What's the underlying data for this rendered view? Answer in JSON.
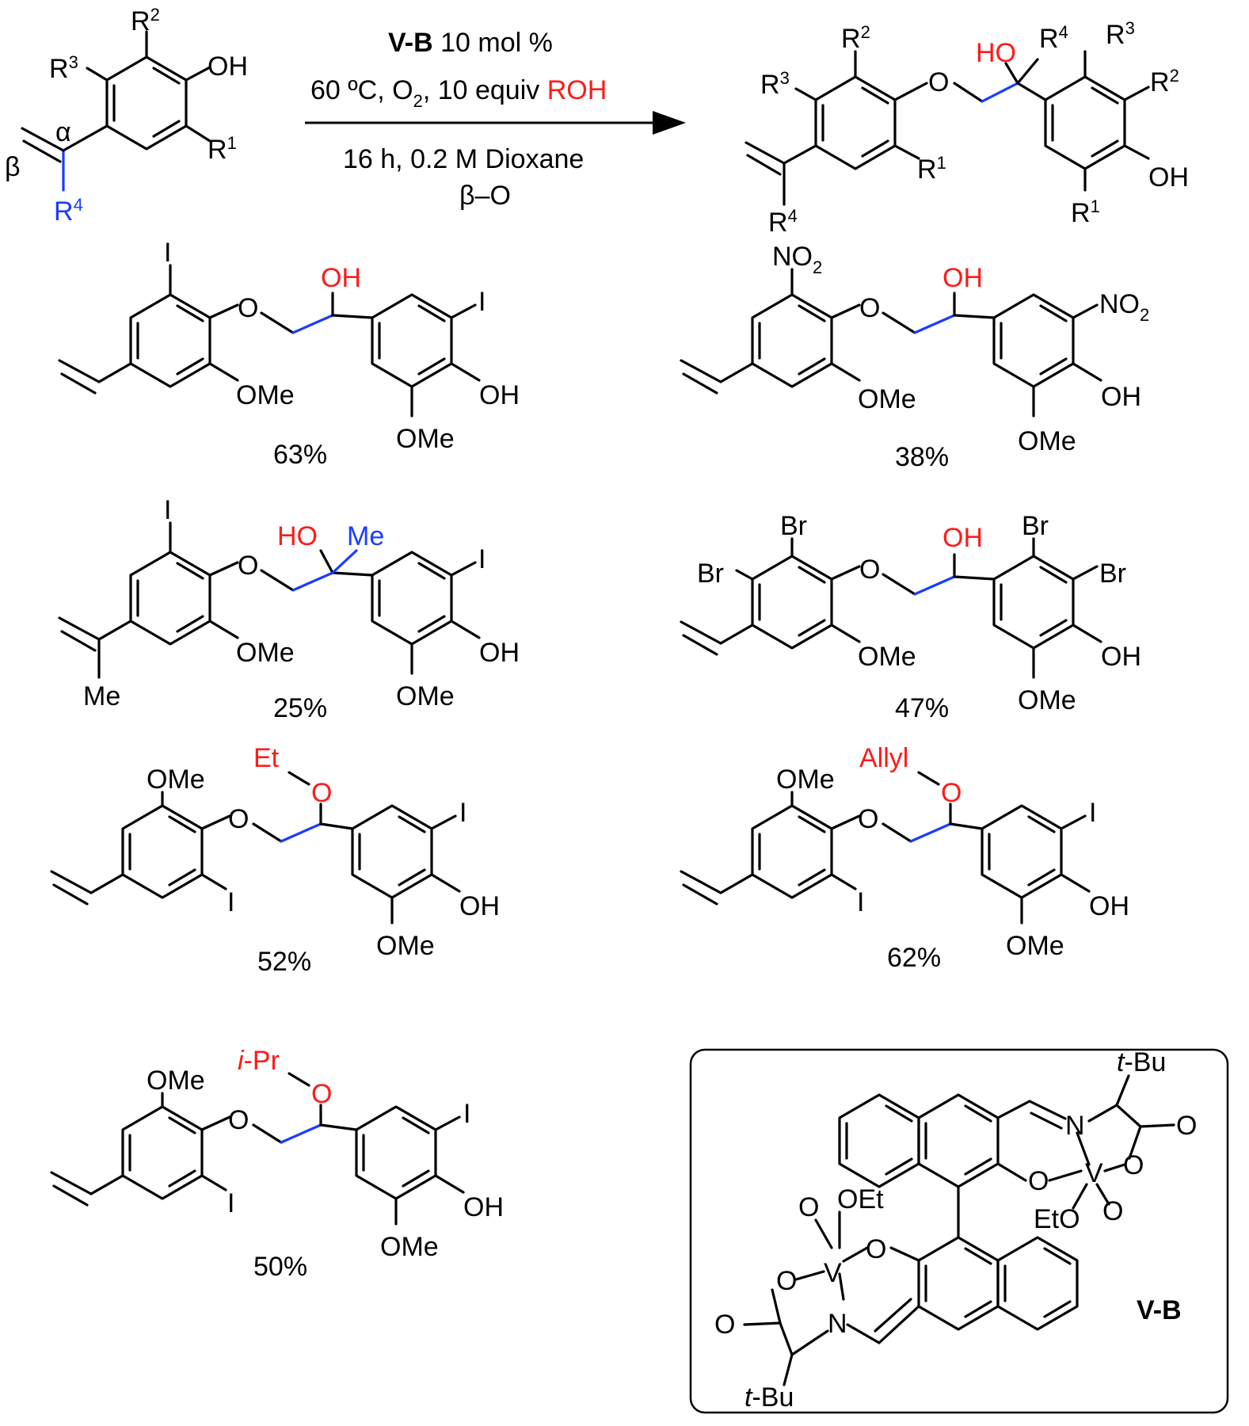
{
  "colors": {
    "text": "#000000",
    "highlight": "#ff1a1a",
    "alpha_chain": "#1a3cff"
  },
  "reaction": {
    "catalyst_name": "V-B",
    "catalyst_loading": " 10 mol %",
    "conditions_temp": "60 ºC, O",
    "conditions_o2_sub": "2",
    "conditions_equiv": ", 10 equiv ",
    "conditions_roh": "ROH",
    "conditions_time": "16 h, 0.2 M Dioxane",
    "conditions_linkage": "β–O"
  },
  "substrate": {
    "alpha": "α",
    "beta": "β",
    "oh": "OH",
    "r1": "R",
    "r2": "R",
    "r3": "R",
    "r4": "R",
    "sup1": "1",
    "sup2": "2",
    "sup3": "3",
    "sup4": "4"
  },
  "product_general": {
    "ho": "HO",
    "o": "O",
    "oh": "OH",
    "r": "R",
    "sup1": "1",
    "sup2": "2",
    "sup3": "3",
    "sup4": "4"
  },
  "examples": [
    {
      "yield": "63%",
      "oh": "OH",
      "i": "I",
      "ome": "OMe",
      "o": "O"
    },
    {
      "yield": "38%",
      "oh": "OH",
      "no2": "NO",
      "sub2": "2",
      "ome": "OMe",
      "o": "O"
    },
    {
      "yield": "25%",
      "ho": "HO",
      "me": "Me",
      "i": "I",
      "ome": "OMe",
      "o": "O",
      "oh": "OH"
    },
    {
      "yield": "47%",
      "oh": "OH",
      "br": "Br",
      "ome": "OMe",
      "o": "O"
    },
    {
      "yield": "52%",
      "alkyl": "Et",
      "o": "O",
      "ome": "OMe",
      "i": "I",
      "oh": "OH"
    },
    {
      "yield": "62%",
      "alkyl": "Allyl",
      "o": "O",
      "ome": "OMe",
      "i": "I",
      "oh": "OH"
    },
    {
      "yield": "50%",
      "alkyl": "i",
      "alkyl_rest": "-Pr",
      "o": "O",
      "ome": "OMe",
      "i": "I",
      "oh": "OH"
    }
  ],
  "catalyst_box": {
    "label": "V-B",
    "tbu_t": "t",
    "tbu_rest": "-Bu",
    "n": "N",
    "o": "O",
    "v": "V",
    "oet": "OEt",
    "eto": "EtO"
  }
}
